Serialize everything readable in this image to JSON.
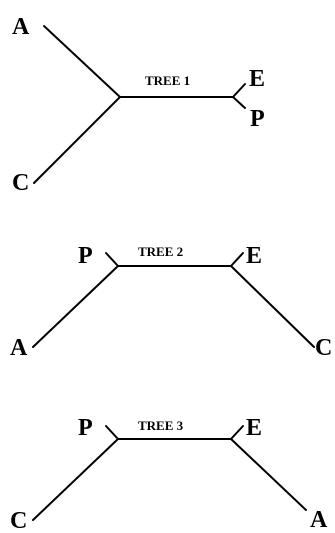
{
  "trees": [
    {
      "title": "TREE 1",
      "leaves": {
        "top_left": "A",
        "bottom_left": "C",
        "top_right": "E",
        "bottom_right": "P"
      }
    },
    {
      "title": "TREE 2",
      "leaves": {
        "top_left": "P",
        "bottom_left": "A",
        "top_right": "E",
        "bottom_right": "C"
      }
    },
    {
      "title": "TREE 3",
      "leaves": {
        "top_left": "P",
        "bottom_left": "C",
        "top_right": "E",
        "bottom_right": "A"
      }
    }
  ]
}
